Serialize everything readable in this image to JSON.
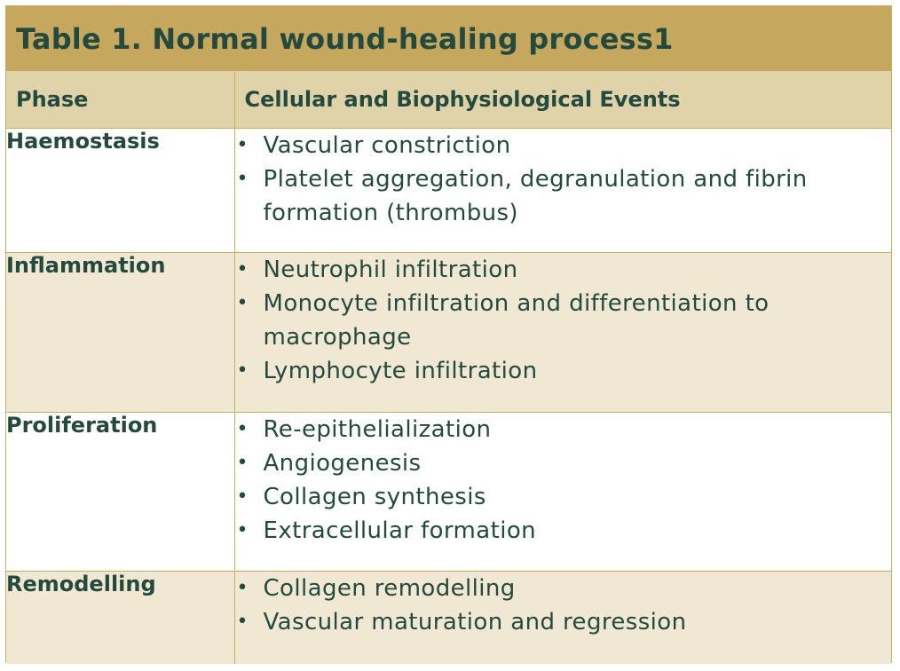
{
  "title": "Table 1. Normal wound-healing process1",
  "header": {
    "phase": "Phase",
    "events": "Cellular and Biophysiological Events"
  },
  "rows": [
    {
      "phase": "Haemostasis",
      "events": [
        "Vascular constriction",
        "Platelet aggregation, degranulation and fibrin formation (thrombus)"
      ]
    },
    {
      "phase": "Inflammation",
      "events": [
        "Neutrophil infiltration",
        "Monocyte infiltration and differentiation to macrophage",
        "Lymphocyte infiltration"
      ]
    },
    {
      "phase": "Proliferation",
      "events": [
        "Re-epithelialization",
        "Angiogenesis",
        "Collagen synthesis",
        "Extracellular formation"
      ]
    },
    {
      "phase": "Remodelling",
      "events": [
        "Collagen remodelling",
        "Vascular maturation and regression"
      ]
    }
  ],
  "colors": {
    "title_bar": "#c5a75e",
    "header_row": "#e0d3a9",
    "row_tan": "#f0e8d2",
    "text": "#244a3f",
    "border": "#c8ad66"
  }
}
